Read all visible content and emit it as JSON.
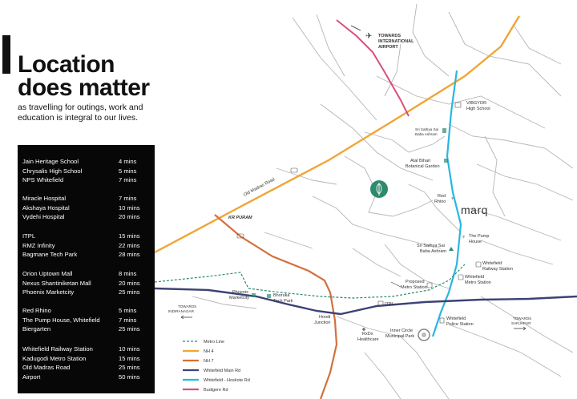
{
  "headline": {
    "line1": "Location",
    "line2": "does matter"
  },
  "subtitle": "as travelling for outings, work and education is integral to our lives.",
  "distances": [
    [
      {
        "place": "Jain Heritage School",
        "time": "4 mins"
      },
      {
        "place": "Chrysalis High School",
        "time": "5 mins"
      },
      {
        "place": "NPS Whitefield",
        "time": "7 mins"
      }
    ],
    [
      {
        "place": "Miracle Hospital",
        "time": "7 mins"
      },
      {
        "place": "Akshaya Hospital",
        "time": "10 mins"
      },
      {
        "place": "Vydehi Hospital",
        "time": "20 mins"
      }
    ],
    [
      {
        "place": "ITPL",
        "time": "15 mins"
      },
      {
        "place": "RMZ Infinity",
        "time": "22 mins"
      },
      {
        "place": "Bagmane Tech Park",
        "time": "28 mins"
      }
    ],
    [
      {
        "place": "Orion Uptown Mall",
        "time": "8 mins"
      },
      {
        "place": "Nexus Shantiniketan Mall",
        "time": "20 mins"
      },
      {
        "place": "Phoenix Marketcity",
        "time": "25 mins"
      }
    ],
    [
      {
        "place": "Red Rhino",
        "time": "5 mins"
      },
      {
        "place": "The Pump House, Whitefield",
        "time": "7 mins"
      },
      {
        "place": "Biergarten",
        "time": "25 mins"
      }
    ],
    [
      {
        "place": "Whitefield Railway Station",
        "time": "10 mins"
      },
      {
        "place": "Kadugodi Metro Station",
        "time": "15 mins"
      },
      {
        "place": "Old Madras Road",
        "time": "25 mins"
      },
      {
        "place": "Airport",
        "time": "50 mins"
      }
    ]
  ],
  "map": {
    "airport_label": [
      "TOWARDS",
      "INTERNATIONAL",
      "AIRPORT"
    ],
    "road_old_madras": "Old Madras Road",
    "kr_puram": "KR PURAM",
    "vibgyor": [
      "VIBGYOR",
      "High School"
    ],
    "sai_sadan": [
      "Sri Sathya Sai",
      "Baba Ashram"
    ],
    "atal_bihari": [
      "Atal Bihari",
      "Botanical Garden"
    ],
    "red_rhino": [
      "Red",
      "Rhino"
    ],
    "brand": "marq",
    "pump_house": [
      "The Pump",
      "House"
    ],
    "sathya_sai_ashram": [
      "Sri Sathya Sai",
      "Baba Ashram"
    ],
    "whitefield_railway": [
      "Whitefield",
      "Railway Station"
    ],
    "whitefield_metro": [
      "Whitefield",
      "Metro Station"
    ],
    "proposed_metro": [
      "Proposed",
      "Metro Station"
    ],
    "phoenix": [
      "Phoenix",
      "Marketcity"
    ],
    "bhoruka": [
      "Bhoruka",
      "Tech Park"
    ],
    "towards_indiranagar": [
      "TOWARDS",
      "INDIRANAGAR"
    ],
    "towards_sarjapur": [
      "TOWARDS",
      "SARJAPUR"
    ],
    "itpl": "ITPL",
    "hoodi": [
      "Hoodi",
      "Junction"
    ],
    "rxdx": [
      "RxDx",
      "Healthcare"
    ],
    "inner_circle": [
      "Inner Circle",
      "Municipal Park"
    ],
    "whitefield_police": [
      "Whitefield",
      "Police Station"
    ],
    "colors": {
      "nh4": "#f0a536",
      "nh7": "#d4703d",
      "whitefield_main": "#3c4275",
      "hoskote": "#2ab6e0",
      "budigere": "#d94f80",
      "metro": "#2e8a6e"
    },
    "legend": [
      {
        "label": "Metro Line"
      },
      {
        "label": "NH 4"
      },
      {
        "label": "NH 7"
      },
      {
        "label": "Whitefield Main Rd"
      },
      {
        "label": "Whitefield - Hoskote Rd"
      },
      {
        "label": "Budigere Rd"
      }
    ]
  }
}
